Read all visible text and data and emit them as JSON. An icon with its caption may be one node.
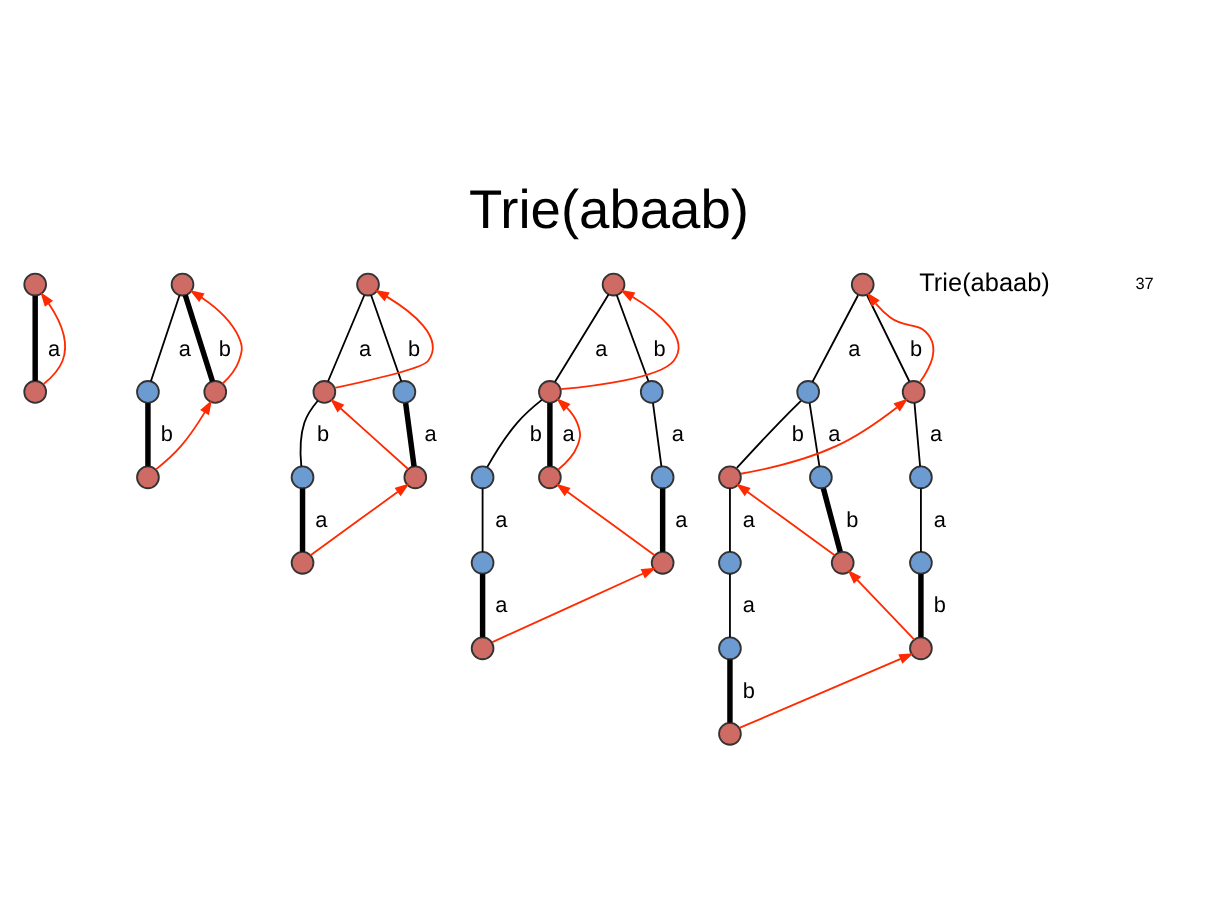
{
  "diagram": {
    "title": "Trie(abaab)",
    "nodes": [
      {
        "text": [],
        "shape": "circle"
      },
      {
        "text": [],
        "shape": "circle"
      },
      {
        "text": [],
        "shape": "circle"
      },
      {
        "text": [],
        "shape": "circle"
      },
      {
        "text": [],
        "shape": "circle"
      },
      {
        "text": [],
        "shape": "circle"
      },
      {
        "text": [],
        "shape": "circle"
      },
      {
        "text": [],
        "shape": "circle"
      },
      {
        "text": [],
        "shape": "circle"
      },
      {
        "text": [],
        "shape": "circle"
      },
      {
        "text": [],
        "shape": "circle"
      },
      {
        "text": [],
        "shape": "circle"
      },
      {
        "text": [],
        "shape": "circle"
      },
      {
        "text": [],
        "shape": "circle"
      },
      {
        "text": [],
        "shape": "circle"
      },
      {
        "text": [],
        "shape": "circle"
      },
      {
        "text": [],
        "shape": "circle"
      },
      {
        "text": [],
        "shape": "circle"
      },
      {
        "text": [],
        "shape": "circle"
      },
      {
        "text": [],
        "shape": "circle"
      },
      {
        "text": [],
        "shape": "circle"
      },
      {
        "text": [],
        "shape": "circle"
      },
      {
        "text": [],
        "shape": "circle"
      },
      {
        "text": [],
        "shape": "circle"
      },
      {
        "text": [],
        "shape": "circle"
      },
      {
        "text": [],
        "shape": "circle"
      },
      {
        "text": [],
        "shape": "circle"
      },
      {
        "text": [],
        "shape": "circle"
      },
      {
        "text": [],
        "shape": "circle"
      },
      {
        "text": [],
        "shape": "circle"
      },
      {
        "text": [],
        "shape": "circle"
      },
      {
        "text": [],
        "shape": "circle"
      },
      {
        "text": [],
        "shape": "circle"
      }
    ],
    "edges": [
      {
        "from": 0,
        "to": 1,
        "arrow": "none",
        "label": "a",
        "style": "thick"
      },
      {
        "from": 1,
        "to": 0,
        "arrow": "to",
        "color": "#ff2a00"
      },
      {
        "from": 2,
        "to": 3,
        "arrow": "none",
        "label": "a"
      },
      {
        "from": 3,
        "to": 4,
        "arrow": "none",
        "label": "b",
        "style": "thick"
      },
      {
        "from": 2,
        "to": 5,
        "arrow": "none",
        "label": "b",
        "style": "thick"
      },
      {
        "from": 5,
        "to": 2,
        "arrow": "to",
        "color": "#ff2a00"
      },
      {
        "from": 4,
        "to": 5,
        "arrow": "to",
        "color": "#ff2a00"
      },
      {
        "from": 6,
        "to": 7,
        "arrow": "none",
        "label": "a"
      },
      {
        "from": 7,
        "to": 8,
        "arrow": "none",
        "label": "b"
      },
      {
        "from": 8,
        "to": 9,
        "arrow": "none",
        "label": "a",
        "style": "thick"
      },
      {
        "from": 6,
        "to": 10,
        "arrow": "none",
        "label": "b"
      },
      {
        "from": 10,
        "to": 11,
        "arrow": "none",
        "label": "a",
        "style": "thick"
      },
      {
        "from": 7,
        "to": 6,
        "arrow": "to",
        "color": "#ff2a00"
      },
      {
        "from": 11,
        "to": 7,
        "arrow": "to",
        "color": "#ff2a00"
      },
      {
        "from": 9,
        "to": 11,
        "arrow": "to",
        "color": "#ff2a00"
      },
      {
        "from": 12,
        "to": 13,
        "arrow": "none",
        "label": "a"
      },
      {
        "from": 13,
        "to": 14,
        "arrow": "none",
        "label": "b"
      },
      {
        "from": 14,
        "to": 15,
        "arrow": "none",
        "label": "a"
      },
      {
        "from": 15,
        "to": 16,
        "arrow": "none",
        "label": "a",
        "style": "thick"
      },
      {
        "from": 13,
        "to": 17,
        "arrow": "none",
        "label": "a",
        "style": "thick"
      },
      {
        "from": 12,
        "to": 18,
        "arrow": "none",
        "label": "b"
      },
      {
        "from": 18,
        "to": 19,
        "arrow": "none",
        "label": "a"
      },
      {
        "from": 19,
        "to": 20,
        "arrow": "none",
        "label": "a",
        "style": "thick"
      },
      {
        "from": 13,
        "to": 12,
        "arrow": "to",
        "color": "#ff2a00"
      },
      {
        "from": 17,
        "to": 13,
        "arrow": "to",
        "color": "#ff2a00"
      },
      {
        "from": 20,
        "to": 17,
        "arrow": "to",
        "color": "#ff2a00"
      },
      {
        "from": 16,
        "to": 20,
        "arrow": "to",
        "color": "#ff2a00"
      },
      {
        "from": 21,
        "to": 22,
        "arrow": "none",
        "label": "a"
      },
      {
        "from": 22,
        "to": 23,
        "arrow": "none",
        "label": "b"
      },
      {
        "from": 23,
        "to": 24,
        "arrow": "none",
        "label": "a"
      },
      {
        "from": 24,
        "to": 25,
        "arrow": "none",
        "label": "a"
      },
      {
        "from": 25,
        "to": 26,
        "arrow": "none",
        "label": "b",
        "style": "thick"
      },
      {
        "from": 22,
        "to": 27,
        "arrow": "none",
        "label": "a"
      },
      {
        "from": 27,
        "to": 28,
        "arrow": "none",
        "label": "b",
        "style": "thick"
      },
      {
        "from": 21,
        "to": 29,
        "arrow": "none",
        "label": "b"
      },
      {
        "from": 29,
        "to": 30,
        "arrow": "none",
        "label": "a"
      },
      {
        "from": 30,
        "to": 31,
        "arrow": "none",
        "label": "a"
      },
      {
        "from": 31,
        "to": 32,
        "arrow": "none",
        "label": "b",
        "style": "thick"
      },
      {
        "from": 29,
        "to": 21,
        "arrow": "to",
        "color": "#ff2a00"
      },
      {
        "from": 23,
        "to": 29,
        "arrow": "to",
        "color": "#ff2a00"
      },
      {
        "from": 28,
        "to": 23,
        "arrow": "to",
        "color": "#ff2a00"
      },
      {
        "from": 32,
        "to": 28,
        "arrow": "to",
        "color": "#ff2a00"
      },
      {
        "from": 26,
        "to": 32,
        "arrow": "to",
        "color": "#ff2a00"
      }
    ],
    "labels": [
      "Trie(abaab)",
      "37"
    ]
  }
}
